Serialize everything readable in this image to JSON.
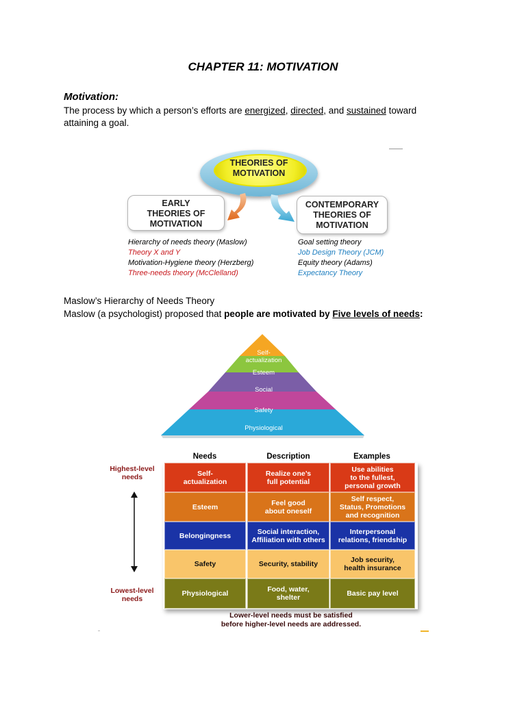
{
  "chapter_title": "CHAPTER 11: MOTIVATION",
  "motivation": {
    "heading": "Motivation:",
    "def_pre": "The process by which a person’s efforts are ",
    "energized": "energized",
    "comma1": ", ",
    "directed": "directed",
    "and_text": ", and ",
    "sustained": "sustained",
    "def_post": " toward",
    "def_line2": "attaining a goal."
  },
  "theories": {
    "center_line1": "THEORIES OF",
    "center_line2": "MOTIVATION",
    "early": [
      "EARLY",
      "THEORIES OF",
      "MOTIVATION"
    ],
    "contemporary": [
      "CONTEMPORARY",
      "THEORIES OF",
      "MOTIVATION"
    ],
    "early_list": [
      {
        "text": "Hierarchy of needs theory (Maslow)",
        "color": "#111111"
      },
      {
        "text": "Theory X and Y",
        "color": "#c8191e"
      },
      {
        "text": "Motivation-Hygiene theory (Herzberg)",
        "color": "#111111"
      },
      {
        "text": "Three-needs theory (McClelland)",
        "color": "#c8191e"
      }
    ],
    "contemporary_list": [
      {
        "text": "Goal setting theory",
        "color": "#111111"
      },
      {
        "text": "Job Design Theory (JCM)",
        "color": "#1f7fc0"
      },
      {
        "text": "Equity theory (Adams)",
        "color": "#111111"
      },
      {
        "text": "Expectancy Theory",
        "color": "#1f7fc0"
      }
    ]
  },
  "maslow": {
    "heading": "Maslow’s Hierarchy of Needs Theory",
    "line_pre": "Maslow (a psychologist) proposed that ",
    "line_bold": "people are motivated by ",
    "line_bold_u": "Five levels of needs",
    "line_end": ":"
  },
  "pyramid": {
    "levels": [
      {
        "label": "Self-\nactualization",
        "color": "#f5a623"
      },
      {
        "label": "Esteem",
        "color": "#8cc63f"
      },
      {
        "label": "Social",
        "color": "#7b5ea7"
      },
      {
        "label": "Safety",
        "color": "#c0479b"
      },
      {
        "label": "Physiological",
        "color": "#2aa9d9"
      }
    ]
  },
  "needs_table": {
    "headers": [
      "Needs",
      "Description",
      "Examples"
    ],
    "rows": [
      {
        "need": "Self-\nactualization",
        "desc": "Realize one’s\nfull potential",
        "ex": "Use abilities\nto the fullest,\npersonal growth",
        "bg": "#d93a17",
        "fg": "#ffffff"
      },
      {
        "need": "Esteem",
        "desc": "Feel good\nabout oneself",
        "ex": "Self respect,\nStatus, Promotions\nand recognition",
        "bg": "#d9741a",
        "fg": "#ffffff"
      },
      {
        "need": "Belongingness",
        "desc": "Social interaction,\nAffiliation with others",
        "ex": "Interpersonal\nrelations, friendship",
        "bg": "#1a33a6",
        "fg": "#ffffff"
      },
      {
        "need": "Safety",
        "desc": "Security, stability",
        "ex": "Job security,\nhealth insurance",
        "bg": "#f9c56a",
        "fg": "#111111"
      },
      {
        "need": "Physiological",
        "desc": "Food, water,\nshelter",
        "ex": "Basic pay level",
        "bg": "#7a7a18",
        "fg": "#ffffff"
      }
    ],
    "highest": "Highest-level\nneeds",
    "lowest": "Lowest-level\nneeds",
    "footnote": "Lower-level needs must be satisfied\nbefore higher-level needs are addressed."
  }
}
